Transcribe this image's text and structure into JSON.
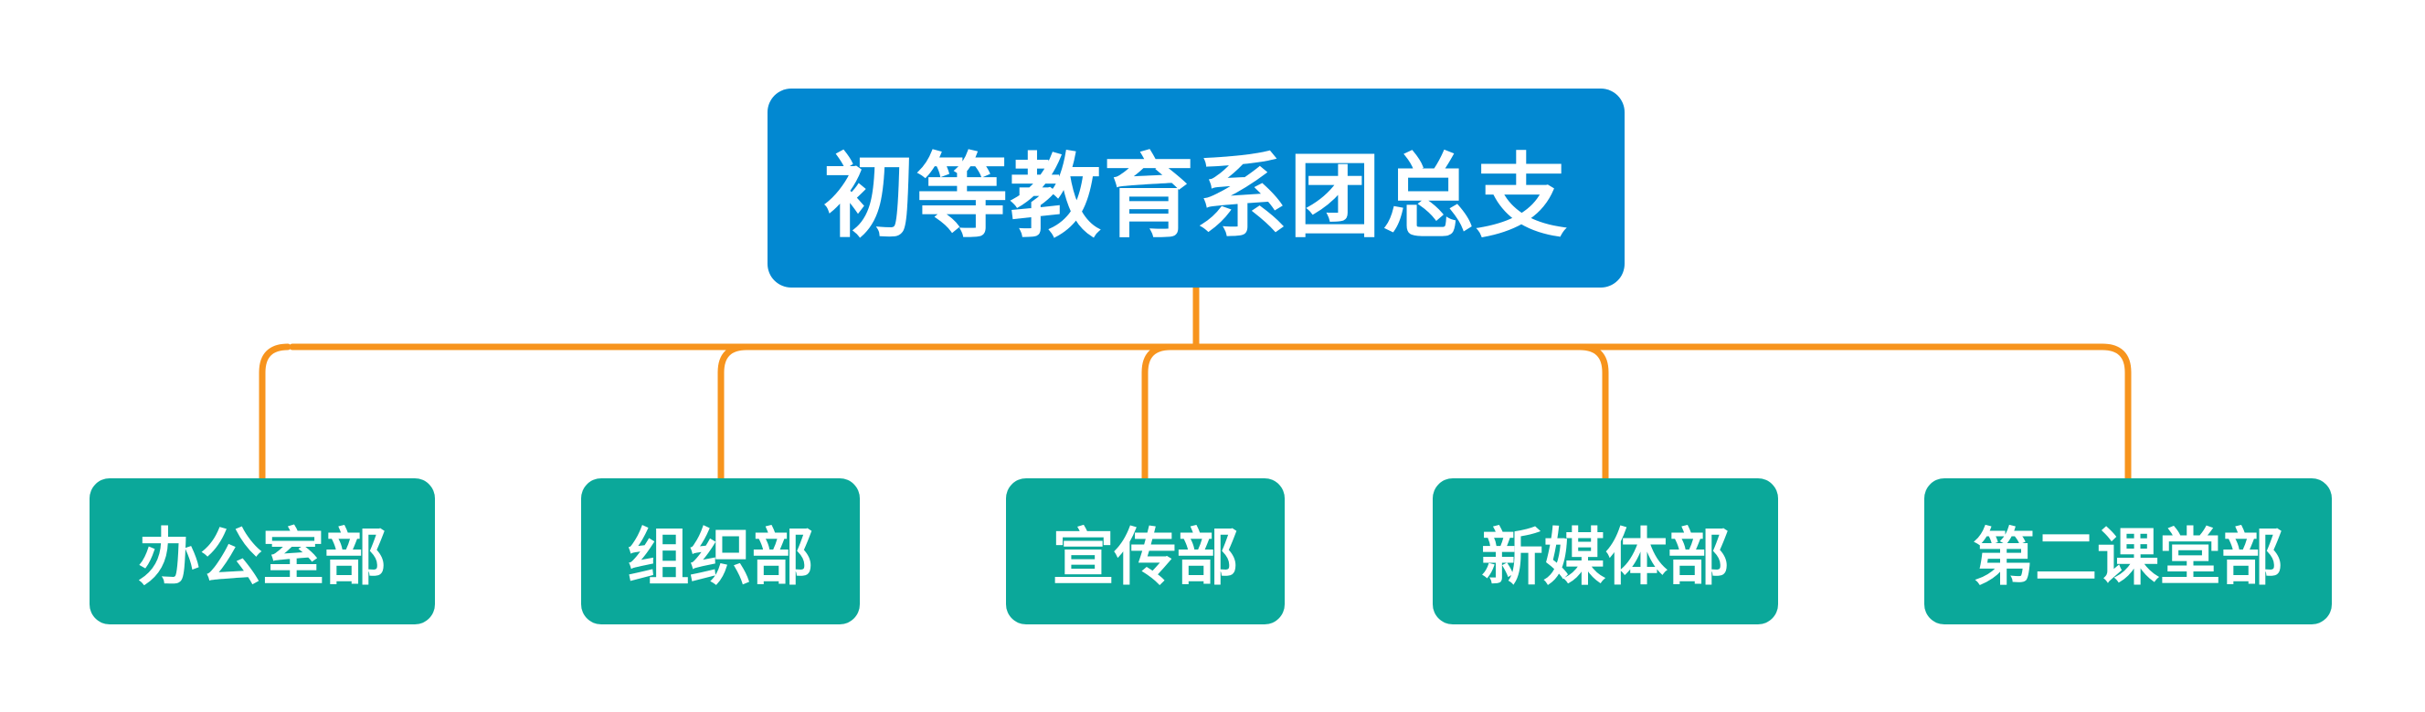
{
  "diagram": {
    "root": {
      "label": "初等教育系团总支",
      "color": "#0288d1"
    },
    "children": [
      {
        "label": "办公室部"
      },
      {
        "label": "组织部"
      },
      {
        "label": "宣传部"
      },
      {
        "label": "新媒体部"
      },
      {
        "label": "第二课堂部"
      }
    ],
    "child_color": "#0ba89a",
    "connector_color": "#f7941d"
  }
}
